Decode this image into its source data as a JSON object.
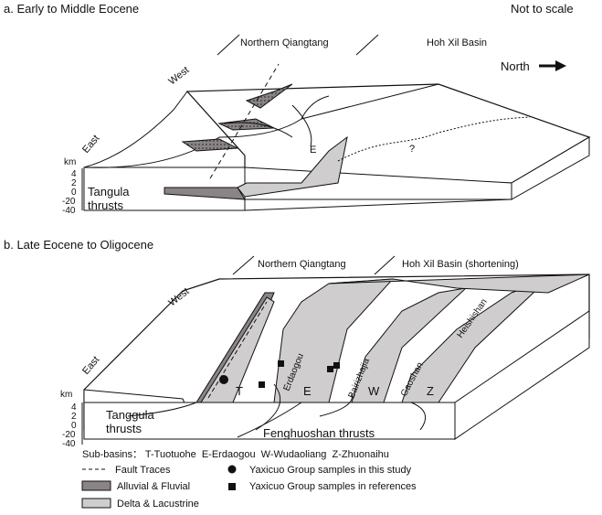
{
  "panel_a": {
    "title": "a. Early to Middle Eocene",
    "scale_note": "Not to scale",
    "region_left": "Northern Qiangtang",
    "region_right": "Hoh Xil Basin",
    "direction": "North",
    "side_west": "West",
    "side_east": "East",
    "basin_label": "E",
    "question": "?",
    "axis_unit": "km",
    "axis_ticks": [
      "4",
      "2",
      "0",
      "-20",
      "-40"
    ],
    "thrust_line1": "Tangula",
    "thrust_line2": "thrusts"
  },
  "panel_b": {
    "title": "b. Late Eocene to Oligocene",
    "region_left": "Northern Qiangtang",
    "region_right": "Hoh Xil Basin (shortening)",
    "side_west": "West",
    "side_east": "East",
    "axis_unit": "km",
    "axis_ticks": [
      "4",
      "2",
      "0",
      "-20",
      "-40"
    ],
    "thrust_line1": "Tanggula",
    "thrust_line2": "thrusts",
    "fenghuoshan": "Fenghuoshan thrusts",
    "basins": [
      "T",
      "E",
      "W",
      "Z"
    ],
    "ridges": [
      "Erdaogou",
      "Bairizhajia",
      "Gaoshan",
      "Heishishan"
    ]
  },
  "legend": {
    "subbasins": "Sub-basins： T-Tuotuohe  E-Erdaogou  W-Wudaoliang  Z-Zhuonaihu",
    "fault": "Fault Traces",
    "alluvial": "Alluvial & Fluvial",
    "delta": "Delta & Lacustrine",
    "circle": "Yaxicuo Group samples in this study",
    "square": "Yaxicuo Group samples in references"
  },
  "colors": {
    "alluvial": "#8a8486",
    "delta": "#cfcdcd",
    "line": "#111111"
  }
}
